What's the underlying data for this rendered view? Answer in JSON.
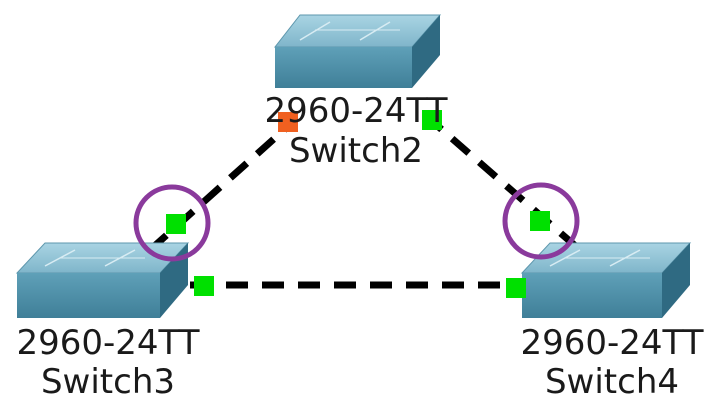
{
  "devices": [
    {
      "id": "switch2",
      "model": "2960-24TT",
      "name": "Switch2"
    },
    {
      "id": "switch3",
      "model": "2960-24TT",
      "name": "Switch3"
    },
    {
      "id": "switch4",
      "model": "2960-24TT",
      "name": "Switch4"
    }
  ],
  "links": [
    {
      "from": "Switch3",
      "to": "Switch2",
      "from_port_status": "up",
      "to_port_status": "blocking",
      "highlighted": "Switch3"
    },
    {
      "from": "Switch2",
      "to": "Switch4",
      "from_port_status": "up",
      "to_port_status": "up",
      "highlighted": "Switch4"
    },
    {
      "from": "Switch3",
      "to": "Switch4",
      "from_port_status": "up",
      "to_port_status": "up"
    }
  ],
  "colors": {
    "port_up": "#00e000",
    "port_blocking": "#f06020",
    "highlight_circle": "#8a3a9c",
    "switch_top": "#8fc3d6",
    "switch_front": "#4f8fa8",
    "switch_side": "#2f6a82",
    "link": "#000000"
  },
  "icons": {
    "switch": "switch-icon",
    "port_status": "port-status-icon"
  }
}
